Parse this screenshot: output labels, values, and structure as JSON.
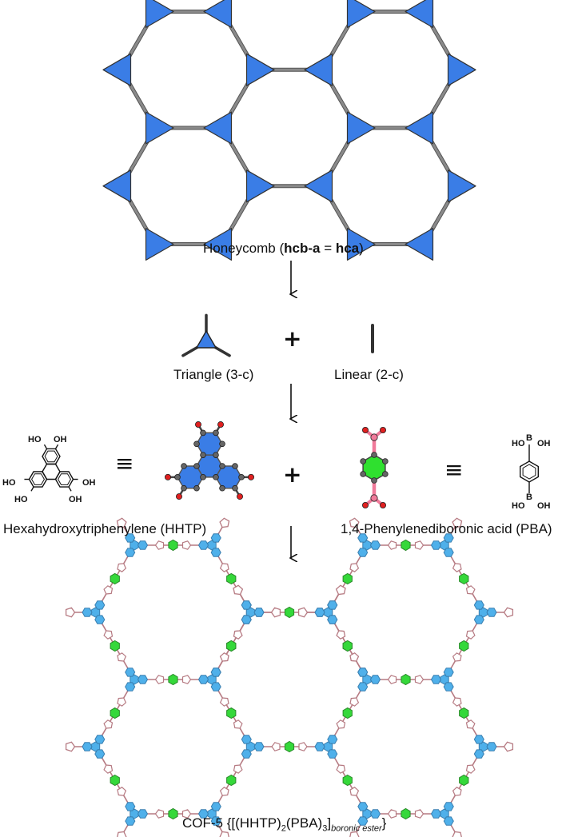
{
  "stage1": {
    "title": "Honeycomb",
    "symbol_hcb": "hcb",
    "symbol_a": "-a",
    "symbol_eq": " = ",
    "symbol_hca": "hca",
    "colors": {
      "triangle": "#3a7de6",
      "edge": "#8a8a8a",
      "outline": "#333333"
    }
  },
  "stage2": {
    "triangle_label": "Triangle (3-c)",
    "linear_label": "Linear (2-c)",
    "plus": "+"
  },
  "stage3": {
    "hhtp_label": "Hexahydroxytriphenylene (HHTP)",
    "pba_label": "1,4-Phenylenediboronic acid (PBA)",
    "equiv": "≡",
    "plus": "+",
    "oh": "OH",
    "ho": "HO",
    "b": "B",
    "colors": {
      "hhtp_ring": "#3a7de6",
      "pba_ring": "#2fe02f",
      "oxygen": "#e02020",
      "boron": "#f07a9a",
      "carbon": "#666666"
    }
  },
  "stage4": {
    "cof_name": "COF-5",
    "formula_open": "{[(HHTP)",
    "sub_2": "2",
    "formula_mid": "(PBA)",
    "sub_3": "3",
    "formula_close": "]",
    "sub_ester": "boronic ester",
    "formula_end": "}",
    "colors": {
      "hhtp": "#4fb0ea",
      "pba": "#35d83a",
      "ester": "#e79aa5"
    }
  },
  "arrows": [
    "arrow-1",
    "arrow-2",
    "arrow-3"
  ]
}
